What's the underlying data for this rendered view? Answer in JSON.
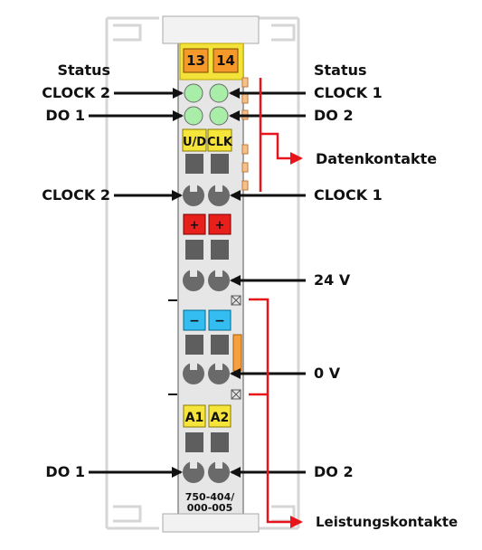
{
  "module": {
    "connector_numbers": [
      "13",
      "14"
    ],
    "led_labels": [
      "U/D",
      "CLK"
    ],
    "plus_sign": "+",
    "minus_sign": "−",
    "channel_labels": [
      "A1",
      "A2"
    ],
    "article_number_line1": "750-404/",
    "article_number_line2": "000-005"
  },
  "labels_left": {
    "status": "Status",
    "clock2_led": "CLOCK 2",
    "do1_led": "DO 1",
    "clock2_terminal": "CLOCK 2",
    "do1_terminal": "DO 1"
  },
  "labels_right": {
    "status": "Status",
    "clock1_led": "CLOCK 1",
    "do2_led": "DO 2",
    "datenkontakte": "Datenkontakte",
    "clock1_terminal": "CLOCK 1",
    "supply_24v": "24 V",
    "supply_0v": "0 V",
    "do2_terminal": "DO 2",
    "leistungskontakte": "Leistungskontakte"
  },
  "colors": {
    "led_green": "#a8eea8",
    "label_yellow": "#f5e53a",
    "label_orange": "#f59a2a",
    "plus_red": "#e8201c",
    "minus_blue": "#33bdf0",
    "arrow_red": "#e8141c",
    "housing": "#e6e6e6",
    "terminal_dark": "#585858"
  }
}
